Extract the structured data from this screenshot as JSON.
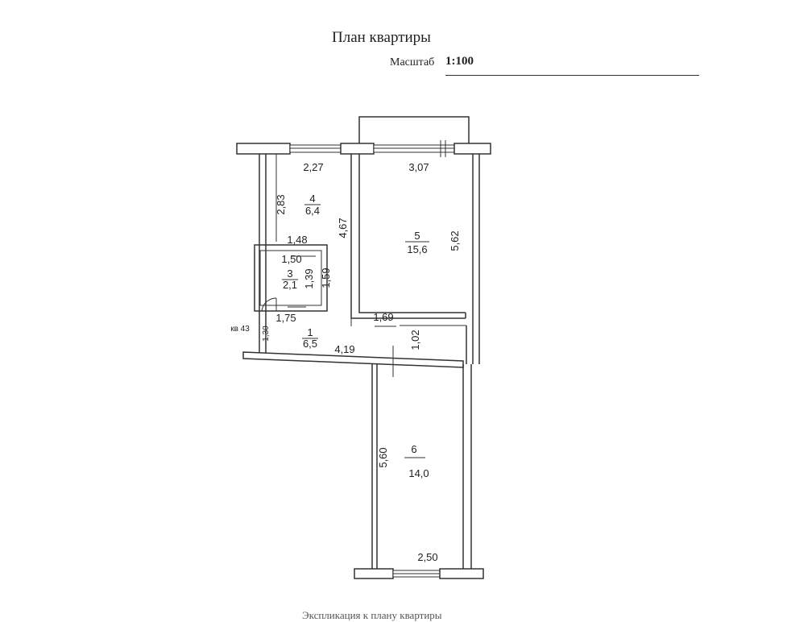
{
  "header": {
    "title": "План квартиры",
    "scale_label": "Масштаб",
    "scale_value": "1:100"
  },
  "rooms": [
    {
      "number": "1",
      "area": "6,5"
    },
    {
      "number": "3",
      "area": "2,1"
    },
    {
      "number": "4",
      "area": "6,4"
    },
    {
      "number": "5",
      "area": "15,6"
    },
    {
      "number": "6",
      "area": "14,0"
    }
  ],
  "dimensions": {
    "room4_width": "2,27",
    "room4_height": "2,83",
    "room5_width": "3,07",
    "room5_height": "5,62",
    "wall_left_of_5": "4,67",
    "bath_outer_top": "1,48",
    "bath_inner_top": "1,50",
    "bath_inner_side": "1,39",
    "bath_outer_side": "1,59",
    "bath_bottom": "1,75",
    "hall_length": "4,19",
    "hall_width": "1,02",
    "hall_left": "1,30",
    "passage_width": "1,69",
    "room6_height": "5,60",
    "room6_width": "2,50"
  },
  "neighbor_label": "кв 43",
  "footer_text": "Экспликация к плану квартиры"
}
